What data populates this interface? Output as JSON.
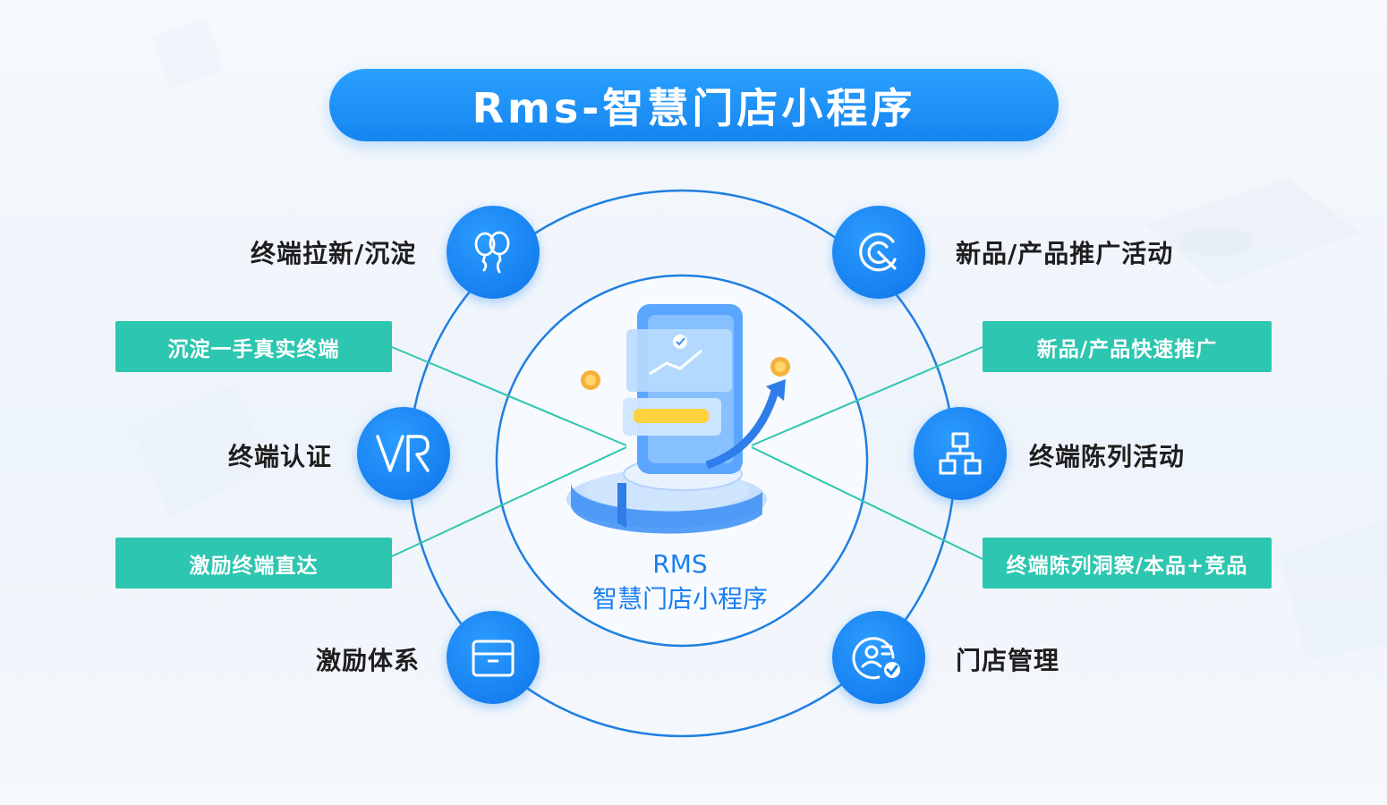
{
  "title": "Rms-智慧门店小程序",
  "center": {
    "line1": "RMS",
    "line2": "智慧门店小程序"
  },
  "features": {
    "left": [
      {
        "label": "终端拉新/沉淀",
        "icon": "balloons-icon"
      },
      {
        "label": "终端认证",
        "icon": "vr-icon"
      },
      {
        "label": "激励体系",
        "icon": "box-icon"
      }
    ],
    "right": [
      {
        "label": "新品/产品推广活动",
        "icon": "target-icon"
      },
      {
        "label": "终端陈列活动",
        "icon": "hierarchy-icon"
      },
      {
        "label": "门店管理",
        "icon": "user-check-icon"
      }
    ]
  },
  "tags": {
    "left": [
      "沉淀一手真实终端",
      "激励终端直达"
    ],
    "right": [
      "新品/产品快速推广",
      "终端陈列洞察/本品+竞品"
    ]
  },
  "colors": {
    "primary": "#1680f0",
    "teal": "#2dc6b0",
    "ring": "#1f7fe0"
  }
}
